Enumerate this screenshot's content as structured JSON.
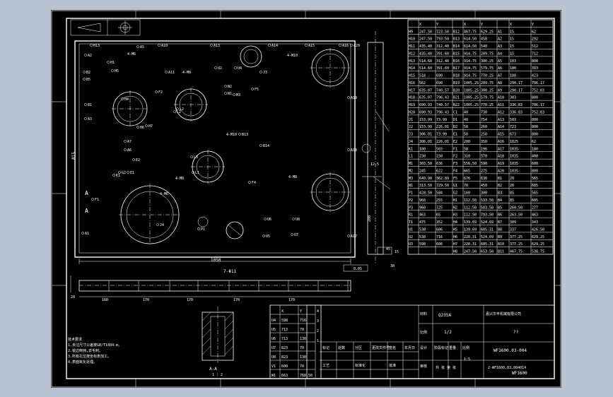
{
  "drawing": {
    "material": "Q235A",
    "scale": "1/2",
    "unknown_code": "??",
    "drawing_no_1": "WF1600.03-004",
    "drawing_no_2": "2-WF1600.03.004014",
    "product": "WF1600",
    "section_label": "A-A",
    "section_scale": "1 : 2",
    "width_dim": "1050",
    "height_dim": "815",
    "holes_note": "7-Φ11",
    "tolerance_code": "0.05",
    "dims_bottom": [
      "20",
      "160",
      "170",
      "170",
      "170",
      "170"
    ],
    "right_dims": [
      "12.5",
      "280",
      "45",
      "15",
      "30"
    ],
    "view_labels": [
      "A",
      "A"
    ],
    "hole_notes": [
      "4-M6",
      "4-M8",
      "4-M10",
      "4-M8",
      "4-M10",
      "4-M8",
      "4-M6"
    ]
  },
  "hole_labels_left": [
    "H13",
    "A2",
    "B2",
    "H1",
    "B5",
    "B1",
    "A1",
    "A3",
    "A6",
    "A7",
    "E2",
    "F1",
    "A5",
    "K1",
    "G2",
    "E1",
    "H5",
    "F2",
    "L2",
    "H4",
    "H6",
    "H7"
  ],
  "hole_labels_top": [
    "A10",
    "A11",
    "A13",
    "A14",
    "A15",
    "A16",
    "A20",
    "U2",
    "U4",
    "J3",
    "N1",
    "N2",
    "M3",
    "F5",
    "L1",
    "L3",
    "L2",
    "B13",
    "B14",
    "F4",
    "U5",
    "U6",
    "U7",
    "U8",
    "J4",
    "P1",
    "A19",
    "A18",
    "A17"
  ],
  "table_right": {
    "headers": [
      "",
      "X",
      "Y",
      "",
      "X",
      "Y",
      "",
      "X",
      "Y"
    ],
    "rows": [
      [
        "H9",
        "247.50",
        "723.50",
        "B12",
        "467.75",
        "629.25",
        "A1",
        "15",
        "62"
      ],
      [
        "H10",
        "247.50",
        "793.50",
        "B13",
        "614.50",
        "458",
        "A2",
        "15",
        "292"
      ],
      [
        "H11",
        "435.40",
        "312.40",
        "B14",
        "614.50",
        "540",
        "A3",
        "15",
        "512"
      ],
      [
        "H12",
        "435.40",
        "391.60",
        "B15",
        "914.75",
        "209.75",
        "A4",
        "15",
        "712"
      ],
      [
        "H13",
        "514.60",
        "312.40",
        "B16",
        "914.75",
        "300.25",
        "A5",
        "103",
        "800"
      ],
      [
        "H14",
        "514.60",
        "391.60",
        "B17",
        "914.75",
        "579.75",
        "A6",
        "180",
        "393"
      ],
      [
        "H15",
        "518",
        "690",
        "B18",
        "914.75",
        "770.25",
        "A7",
        "180",
        "423"
      ],
      [
        "H16",
        "562",
        "690",
        "B19",
        "1005.25",
        "209.75",
        "A8",
        "290.17",
        "706.17"
      ],
      [
        "H17",
        "635.07",
        "740.57",
        "B20",
        "1005.25",
        "300.25",
        "A9",
        "290.17",
        "752.83"
      ],
      [
        "H18",
        "635.07",
        "796.43",
        "B21",
        "1005.25",
        "579.75",
        "A10",
        "303",
        "800"
      ],
      [
        "H19",
        "690.93",
        "740.57",
        "B22",
        "1005.25",
        "770.25",
        "A11",
        "336.83",
        "706.17"
      ],
      [
        "H20",
        "690.93",
        "796.43",
        "C1",
        "40",
        "730",
        "A12",
        "336.83",
        "752.83"
      ],
      [
        "J1",
        "153.99",
        "73.99",
        "D1",
        "40",
        "754",
        "A13",
        "503",
        "800"
      ],
      [
        "J2",
        "153.99",
        "226.01",
        "D2",
        "58",
        "260",
        "A14",
        "723",
        "800"
      ],
      [
        "J3",
        "306.01",
        "73.99",
        "E1",
        "50",
        "250",
        "A15",
        "673",
        "800"
      ],
      [
        "J4",
        "306.01",
        "226.01",
        "E2",
        "200",
        "350",
        "A16",
        "1025",
        "62"
      ],
      [
        "K1",
        "180",
        "565",
        "F1",
        "58",
        "196",
        "A17",
        "1035",
        "180"
      ],
      [
        "L1",
        "230",
        "150",
        "F2",
        "310",
        "570",
        "A18",
        "1035",
        "400"
      ],
      [
        "M1",
        "303.50",
        "636",
        "F3",
        "556.50",
        "590",
        "A19",
        "1035",
        "600"
      ],
      [
        "M2",
        "245",
        "622",
        "F4",
        "665",
        "275",
        "A20",
        "1035",
        "800"
      ],
      [
        "M3",
        "640.98",
        "362.89",
        "F5",
        "676",
        "630",
        "B1",
        "20",
        "565"
      ],
      [
        "N1",
        "313.50",
        "729.50",
        "G1",
        "70",
        "450",
        "B2",
        "20",
        "685"
      ],
      [
        "P1",
        "428.50",
        "584",
        "G2",
        "160",
        "300",
        "B3",
        "85",
        "565"
      ],
      [
        "P2",
        "960",
        "255",
        "H1",
        "112.50",
        "533.50",
        "B4",
        "85",
        "685"
      ],
      [
        "P3",
        "960",
        "725",
        "H2",
        "112.50",
        "583.50",
        "B5",
        "260.50",
        "277"
      ],
      [
        "R1",
        "463",
        "65",
        "H3",
        "112.50",
        "793.50",
        "B6",
        "263.50",
        "463"
      ],
      [
        "T1",
        "475",
        "352",
        "H4",
        "139.69",
        "524.69",
        "B7",
        "309",
        "343"
      ],
      [
        "U1",
        "538",
        "606",
        "H5",
        "139.69",
        "605.31",
        "B8",
        "337",
        "426.50"
      ],
      [
        "U2",
        "538",
        "716",
        "H6",
        "220.31",
        "524.69",
        "B9",
        "377.25",
        "629.25"
      ],
      [
        "U3",
        "598",
        "606",
        "H7",
        "220.31",
        "605.31",
        "B10",
        "377.25",
        "629.25"
      ],
      [
        "",
        "",
        "",
        "H8",
        "247.50",
        "653.50",
        "B11",
        "467.75",
        "538.75"
      ]
    ]
  },
  "table_bottom": {
    "headers": [
      "",
      "X",
      "Y"
    ],
    "rows": [
      [
        "U4",
        "598",
        "716"
      ],
      [
        "U5",
        "713",
        "70"
      ],
      [
        "U6",
        "713",
        "130"
      ],
      [
        "U7",
        "823",
        "70"
      ],
      [
        "U8",
        "823",
        "130"
      ],
      [
        "V1",
        "600",
        "70"
      ],
      [
        "W1",
        "663",
        "768.50"
      ]
    ],
    "side_numbers": [
      "4",
      "3",
      "2",
      "1"
    ]
  },
  "title_block": {
    "col_labels": [
      "设计",
      "审核",
      "标记",
      "处数",
      "分区",
      "更改文件号",
      "签名",
      "年月日"
    ],
    "process_labels": [
      "工艺",
      "标准化",
      "批准"
    ],
    "stage_label": "阶段标记",
    "weight_label": "重量",
    "ratio_label": "比例",
    "sheet_label": "共 张 第 张",
    "ratio_value": "1:5",
    "company": "嘉兴华丰机械有限公司",
    "material_label": "材料",
    "scale_label": "比例"
  },
  "tech_notes": {
    "title": "技术要求",
    "lines": [
      "1.未注尺寸公差按GB/T1804-m。",
      "2.锐边倒钝,去毛刺。",
      "3.所有孔位按坐标表加工。",
      "4.表面氧化处理。"
    ]
  }
}
